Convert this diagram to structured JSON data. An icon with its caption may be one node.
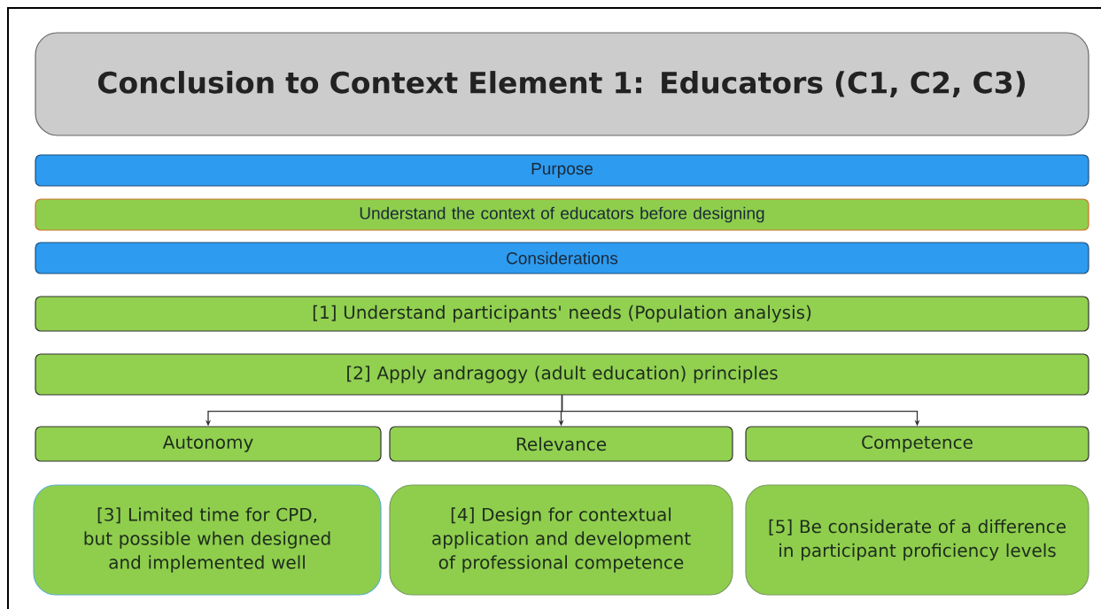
{
  "diagram": {
    "nodes": [
      {
        "text": [
          "Conclusion to Context Element 1: Educators (C1, C2, C3)"
        ]
      },
      {
        "text": [
          "Purpose"
        ]
      },
      {
        "text": [
          "Understand the context of educators before designing"
        ]
      },
      {
        "text": [
          "Considerations"
        ]
      },
      {
        "text": [
          "[1] Understand participants' needs (Population analysis)"
        ]
      },
      {
        "text": [
          "[2] Apply andragogy (adult education) principles"
        ]
      },
      {
        "text": [
          "Autonomy"
        ]
      },
      {
        "text": [
          "Relevance"
        ]
      },
      {
        "text": [
          "Competence"
        ]
      },
      {
        "text": [
          "[3] Limited time for CPD, but possible when designed and implemented well"
        ]
      },
      {
        "text": [
          "[4] Design for contextual application and development of professional competence"
        ]
      },
      {
        "text": [
          "[5] Be considerate of a difference in participant proficiency levels"
        ]
      }
    ],
    "edges": [
      {
        "from": 5,
        "to": 6,
        "arrow": "to"
      },
      {
        "from": 5,
        "to": 7,
        "arrow": "to"
      },
      {
        "from": 5,
        "to": 8,
        "arrow": "to"
      }
    ]
  }
}
